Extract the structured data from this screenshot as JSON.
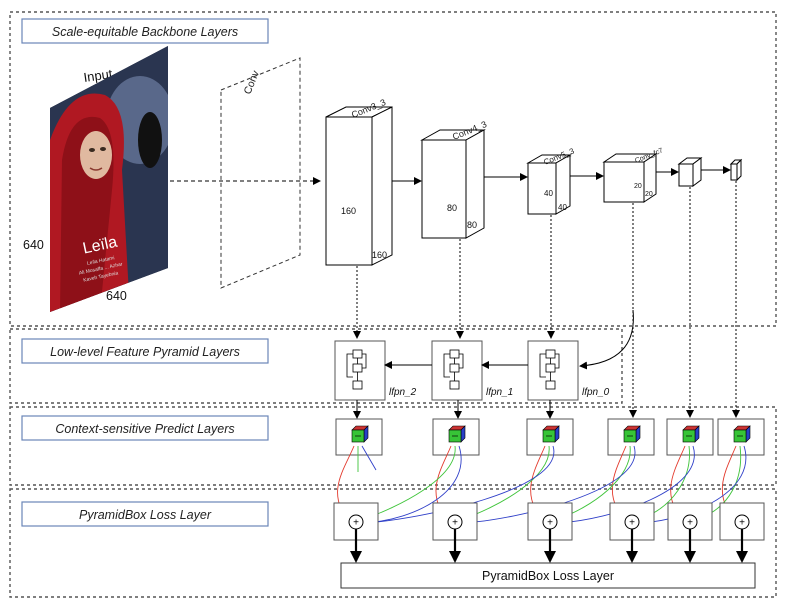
{
  "sections": {
    "backbone": "Scale-equitable Backbone Layers",
    "lfpn": "Low-level Feature Pyramid Layers",
    "predict": "Context-sensitive Predict Layers",
    "loss": "PyramidBox Loss Layer"
  },
  "input": {
    "label": "Input",
    "height_label": "640",
    "width_label": "640",
    "poster_title": "Leïla",
    "poster_lines": [
      "Leïla Hatami",
      "Ali Mosaffa ... Azhar",
      "Kaveh Tayebnia"
    ]
  },
  "conv_layers": {
    "conv": "Conv",
    "conv3": "Conv3_3",
    "conv4": "Conv4_3",
    "conv5": "Conv5_3",
    "conv_fc": "Conv_fc7",
    "conv3_h": "160",
    "conv3_w": "160",
    "conv4_h": "80",
    "conv4_w": "80",
    "conv5_h": "40",
    "conv5_w": "40",
    "fc_h": "20",
    "fc_w": "20"
  },
  "lfpn": {
    "labels": [
      "lfpn_2",
      "lfpn_1",
      "lfpn_0"
    ]
  },
  "loss": {
    "plus": "+",
    "bar_label": "PyramidBox Loss Layer"
  },
  "colors": {
    "red_arrow": "#e33b2e",
    "green_arrow": "#3fc43a",
    "blue_arrow": "#2f3fc8",
    "poster_red": "#b01822",
    "poster_dark": "#1e2638"
  }
}
